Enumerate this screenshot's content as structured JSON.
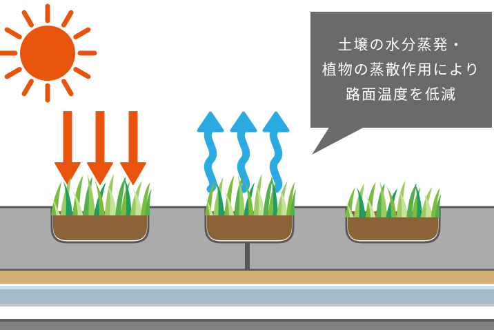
{
  "figure": {
    "type": "illustration-diagram",
    "planter_count": 3,
    "heat_arrow_count": 3,
    "vapor_arrow_count": 3
  },
  "callout": {
    "lines": [
      "土壌の水分蒸発・",
      "植物の蒸散作用により",
      "路面温度を低減"
    ],
    "text_color": "#FFFFFF",
    "bg_color": "#6B6969"
  },
  "colors": {
    "background": "#FFFFFF",
    "sun": "#E9540D",
    "heat_arrow": "#E9540D",
    "vapor_arrow": "#29ABE2",
    "pavement": "#ABABAB",
    "outline": "#595757",
    "soil": "#8C6239",
    "pipe": "#595757",
    "grass_light": "#9BCB62",
    "grass_mid": "#7BBC3F",
    "grass_green": "#55B04B",
    "grass_teal": "#1E9E62",
    "grass_pale": "#C6E39B",
    "layer_tan": "#D2B078",
    "layer_light_blue": "#C9E5F1",
    "layer_blue_gray": "#A4BDCB",
    "layer_gray_line": "#C6C7C7",
    "layer_bottom_dark": "#606060",
    "layer_bottom_gray": "#828282"
  },
  "icons": {
    "sun-icon": "orange circle with 12 rays",
    "heat-arrow-icon": "straight thick arrow pointing down",
    "vapor-arrow-icon": "wavy arrow pointing up",
    "grass-tuft": "cluster of green grass blades",
    "speech-bubble": "gray rectangular callout with tail to lower-left"
  }
}
